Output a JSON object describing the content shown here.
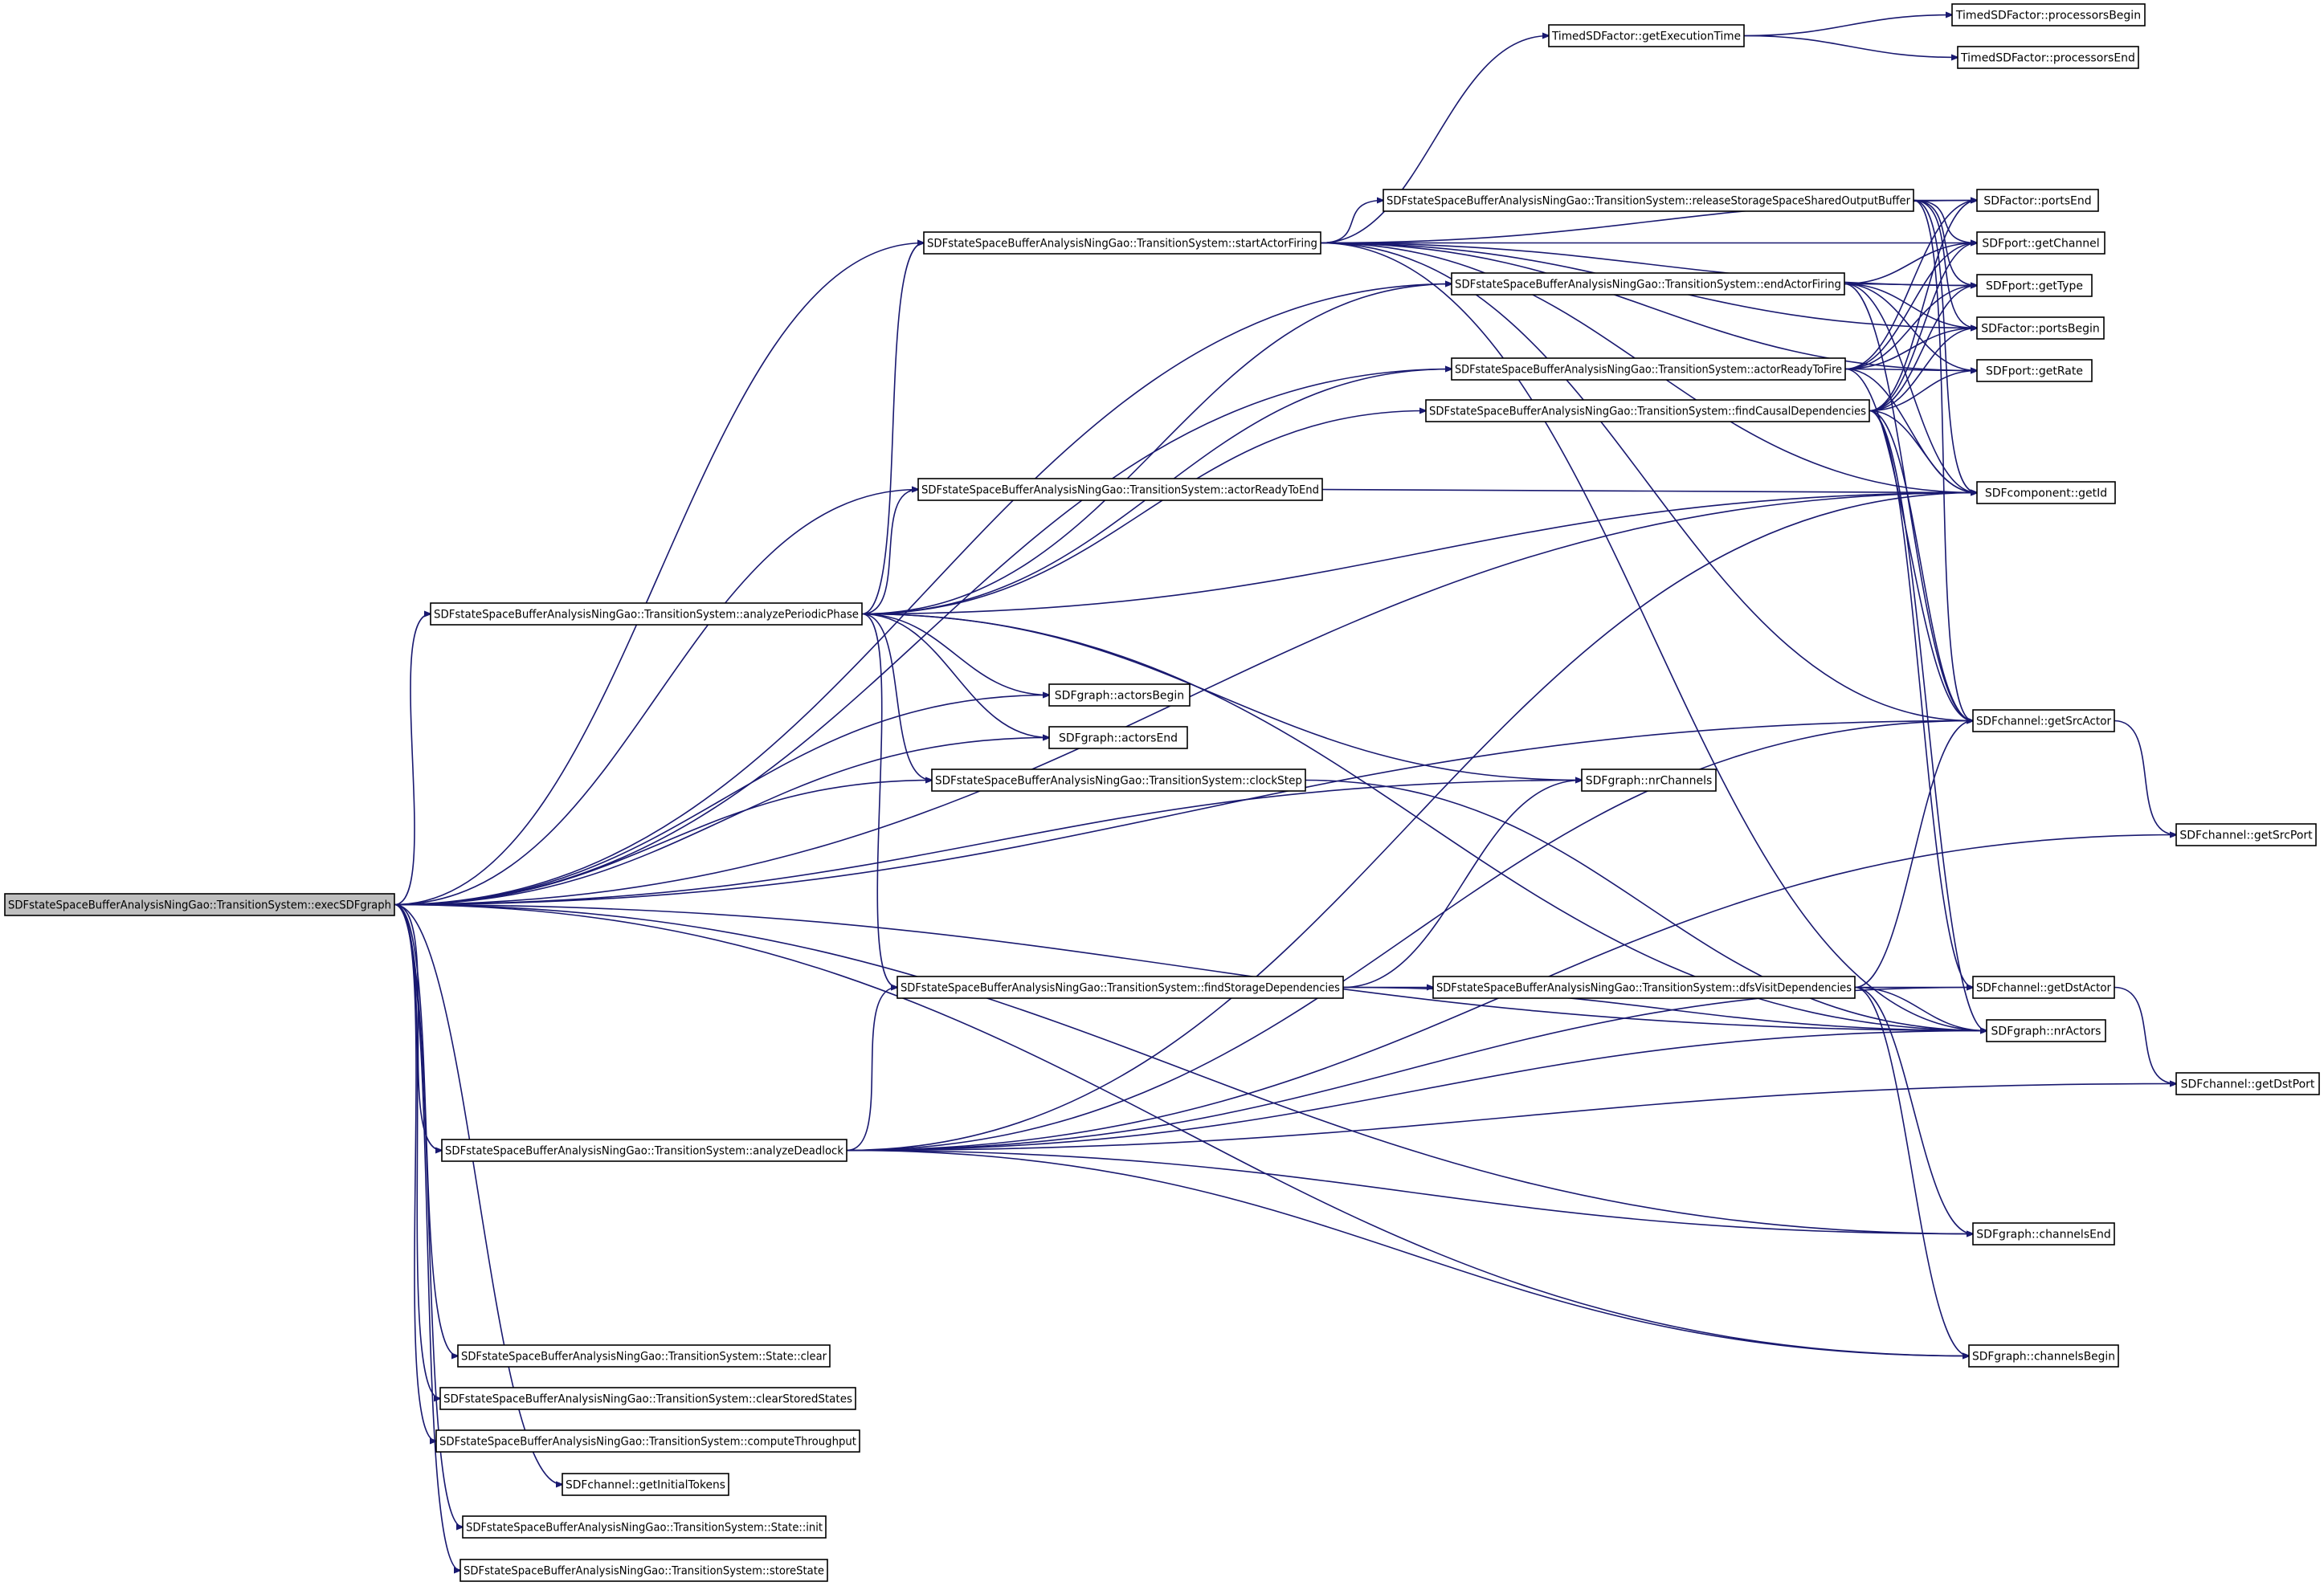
{
  "diagram": {
    "title": "SDFstateSpaceBufferAnalysisNingGao::TransitionSystem::execSDFgraph call graph",
    "edge_color": "#191970",
    "root_fill": "#bfbfbf",
    "nodes": {
      "exec": "SDFstateSpaceBufferAnalysisNingGao::TransitionSystem::execSDFgraph",
      "startActorFiring": "SDFstateSpaceBufferAnalysisNingGao::TransitionSystem::startActorFiring",
      "getExecutionTime": "TimedSDFactor::getExecutionTime",
      "processorsBegin": "TimedSDFactor::processorsBegin",
      "processorsEnd": "TimedSDFactor::processorsEnd",
      "releaseStorage": "SDFstateSpaceBufferAnalysisNingGao::TransitionSystem::releaseStorageSpaceSharedOutputBuffer",
      "endActorFiring": "SDFstateSpaceBufferAnalysisNingGao::TransitionSystem::endActorFiring",
      "actorReadyToFire": "SDFstateSpaceBufferAnalysisNingGao::TransitionSystem::actorReadyToFire",
      "findCausal": "SDFstateSpaceBufferAnalysisNingGao::TransitionSystem::findCausalDependencies",
      "actorReadyToEnd": "SDFstateSpaceBufferAnalysisNingGao::TransitionSystem::actorReadyToEnd",
      "analyzePeriodic": "SDFstateSpaceBufferAnalysisNingGao::TransitionSystem::analyzePeriodicPhase",
      "actorsBegin": "SDFgraph::actorsBegin",
      "actorsEnd": "SDFgraph::actorsEnd",
      "clockStep": "SDFstateSpaceBufferAnalysisNingGao::TransitionSystem::clockStep",
      "nrChannels": "SDFgraph::nrChannels",
      "findStorage": "SDFstateSpaceBufferAnalysisNingGao::TransitionSystem::findStorageDependencies",
      "dfsVisit": "SDFstateSpaceBufferAnalysisNingGao::TransitionSystem::dfsVisitDependencies",
      "analyzeDeadlock": "SDFstateSpaceBufferAnalysisNingGao::TransitionSystem::analyzeDeadlock",
      "stateClear": "SDFstateSpaceBufferAnalysisNingGao::TransitionSystem::State::clear",
      "clearStored": "SDFstateSpaceBufferAnalysisNingGao::TransitionSystem::clearStoredStates",
      "computeThroughput": "SDFstateSpaceBufferAnalysisNingGao::TransitionSystem::computeThroughput",
      "getInitialTokens": "SDFchannel::getInitialTokens",
      "stateInit": "SDFstateSpaceBufferAnalysisNingGao::TransitionSystem::State::init",
      "storeState": "SDFstateSpaceBufferAnalysisNingGao::TransitionSystem::storeState",
      "portsEnd": "SDFactor::portsEnd",
      "getChannel": "SDFport::getChannel",
      "getType": "SDFport::getType",
      "portsBegin": "SDFactor::portsBegin",
      "getRate": "SDFport::getRate",
      "getId": "SDFcomponent::getId",
      "getSrcActor": "SDFchannel::getSrcActor",
      "getSrcPort": "SDFchannel::getSrcPort",
      "getDstActor": "SDFchannel::getDstActor",
      "nrActors": "SDFgraph::nrActors",
      "getDstPort": "SDFchannel::getDstPort",
      "channelsEnd": "SDFgraph::channelsEnd",
      "channelsBegin": "SDFgraph::channelsBegin"
    },
    "edges": [
      [
        "exec",
        "startActorFiring"
      ],
      [
        "exec",
        "endActorFiring"
      ],
      [
        "exec",
        "actorReadyToFire"
      ],
      [
        "exec",
        "getId"
      ],
      [
        "exec",
        "actorReadyToEnd"
      ],
      [
        "exec",
        "analyzePeriodic"
      ],
      [
        "exec",
        "actorsBegin"
      ],
      [
        "exec",
        "actorsEnd"
      ],
      [
        "exec",
        "clockStep"
      ],
      [
        "exec",
        "nrChannels"
      ],
      [
        "exec",
        "getSrcActor"
      ],
      [
        "exec",
        "nrActors"
      ],
      [
        "exec",
        "analyzeDeadlock"
      ],
      [
        "exec",
        "channelsEnd"
      ],
      [
        "exec",
        "channelsBegin"
      ],
      [
        "exec",
        "stateClear"
      ],
      [
        "exec",
        "clearStored"
      ],
      [
        "exec",
        "computeThroughput"
      ],
      [
        "exec",
        "getInitialTokens"
      ],
      [
        "exec",
        "stateInit"
      ],
      [
        "exec",
        "storeState"
      ],
      [
        "startActorFiring",
        "getExecutionTime"
      ],
      [
        "startActorFiring",
        "portsEnd"
      ],
      [
        "startActorFiring",
        "getChannel"
      ],
      [
        "startActorFiring",
        "getType"
      ],
      [
        "startActorFiring",
        "releaseStorage"
      ],
      [
        "startActorFiring",
        "portsBegin"
      ],
      [
        "startActorFiring",
        "getRate"
      ],
      [
        "startActorFiring",
        "getId"
      ],
      [
        "startActorFiring",
        "getSrcActor"
      ],
      [
        "startActorFiring",
        "nrActors"
      ],
      [
        "getExecutionTime",
        "processorsBegin"
      ],
      [
        "getExecutionTime",
        "processorsEnd"
      ],
      [
        "releaseStorage",
        "portsEnd"
      ],
      [
        "releaseStorage",
        "getChannel"
      ],
      [
        "releaseStorage",
        "getType"
      ],
      [
        "releaseStorage",
        "portsBegin"
      ],
      [
        "releaseStorage",
        "getId"
      ],
      [
        "releaseStorage",
        "getSrcActor"
      ],
      [
        "endActorFiring",
        "getChannel"
      ],
      [
        "endActorFiring",
        "getType"
      ],
      [
        "endActorFiring",
        "portsBegin"
      ],
      [
        "endActorFiring",
        "getRate"
      ],
      [
        "endActorFiring",
        "getId"
      ],
      [
        "endActorFiring",
        "getSrcActor"
      ],
      [
        "actorReadyToFire",
        "portsEnd"
      ],
      [
        "actorReadyToFire",
        "getChannel"
      ],
      [
        "actorReadyToFire",
        "getType"
      ],
      [
        "actorReadyToFire",
        "portsBegin"
      ],
      [
        "actorReadyToFire",
        "getRate"
      ],
      [
        "actorReadyToFire",
        "getId"
      ],
      [
        "actorReadyToFire",
        "getSrcActor"
      ],
      [
        "findCausal",
        "portsEnd"
      ],
      [
        "findCausal",
        "getChannel"
      ],
      [
        "findCausal",
        "getType"
      ],
      [
        "findCausal",
        "portsBegin"
      ],
      [
        "findCausal",
        "getRate"
      ],
      [
        "findCausal",
        "getId"
      ],
      [
        "findCausal",
        "getSrcActor"
      ],
      [
        "findCausal",
        "getDstActor"
      ],
      [
        "findCausal",
        "nrActors"
      ],
      [
        "actorReadyToEnd",
        "getId"
      ],
      [
        "analyzePeriodic",
        "startActorFiring"
      ],
      [
        "analyzePeriodic",
        "endActorFiring"
      ],
      [
        "analyzePeriodic",
        "actorReadyToFire"
      ],
      [
        "analyzePeriodic",
        "findCausal"
      ],
      [
        "analyzePeriodic",
        "actorReadyToEnd"
      ],
      [
        "analyzePeriodic",
        "getId"
      ],
      [
        "analyzePeriodic",
        "actorsBegin"
      ],
      [
        "analyzePeriodic",
        "actorsEnd"
      ],
      [
        "analyzePeriodic",
        "clockStep"
      ],
      [
        "analyzePeriodic",
        "nrChannels"
      ],
      [
        "analyzePeriodic",
        "findStorage"
      ],
      [
        "analyzePeriodic",
        "nrActors"
      ],
      [
        "clockStep",
        "nrActors"
      ],
      [
        "findStorage",
        "nrChannels"
      ],
      [
        "findStorage",
        "dfsVisit"
      ],
      [
        "findStorage",
        "nrActors"
      ],
      [
        "dfsVisit",
        "getSrcActor"
      ],
      [
        "dfsVisit",
        "getDstActor"
      ],
      [
        "dfsVisit",
        "nrActors"
      ],
      [
        "dfsVisit",
        "channelsEnd"
      ],
      [
        "dfsVisit",
        "channelsBegin"
      ],
      [
        "analyzeDeadlock",
        "getId"
      ],
      [
        "analyzeDeadlock",
        "getSrcActor"
      ],
      [
        "analyzeDeadlock",
        "findStorage"
      ],
      [
        "analyzeDeadlock",
        "getDstActor"
      ],
      [
        "analyzeDeadlock",
        "nrActors"
      ],
      [
        "analyzeDeadlock",
        "getDstPort"
      ],
      [
        "analyzeDeadlock",
        "channelsEnd"
      ],
      [
        "analyzeDeadlock",
        "getSrcPort"
      ],
      [
        "analyzeDeadlock",
        "channelsBegin"
      ],
      [
        "getSrcActor",
        "getSrcPort"
      ],
      [
        "getDstActor",
        "getDstPort"
      ]
    ]
  }
}
